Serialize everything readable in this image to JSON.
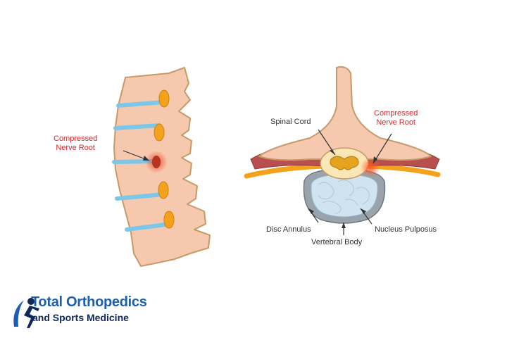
{
  "labels": {
    "left_compressed_line1": "Compressed",
    "left_compressed_line2": "Nerve Root",
    "right_compressed_line1": "Compressed",
    "right_compressed_line2": "Nerve Root",
    "spinal_cord": "Spinal Cord",
    "disc_annulus": "Disc Annulus",
    "nucleus_pulposus": "Nucleus Pulposus",
    "vertebral_body": "Vertebral Body"
  },
  "logo": {
    "line1": "Total Orthopedics",
    "line2": "and Sports Medicine"
  },
  "colors": {
    "bone": "#f6c9ae",
    "bone_outline": "#c69a68",
    "disc": "#7cc7e8",
    "nerve": "#f4a21b",
    "inflammation": "#e84a2a",
    "label_red": "#d9262a",
    "brand_blue": "#1c5fb0",
    "brand_navy": "#0f2a5a"
  }
}
